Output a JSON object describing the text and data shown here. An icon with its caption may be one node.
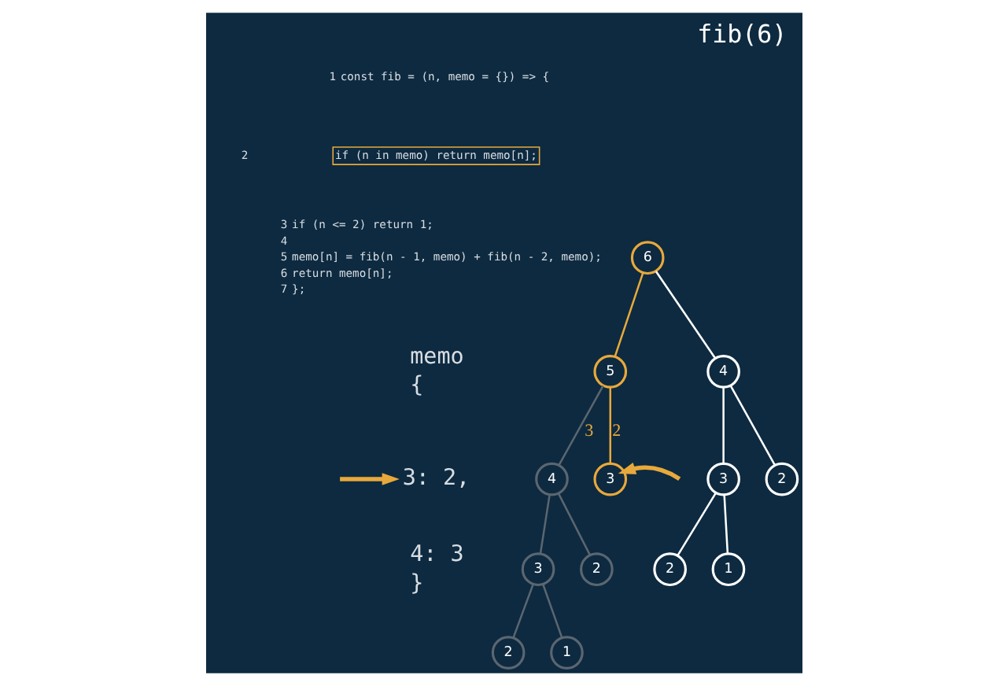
{
  "diagram": {
    "title": "fib(6)",
    "nodes": [
      {
        "text": [
          "if (n in memo) return memo[n];"
        ]
      },
      {
        "text": [
          "3: 2,"
        ]
      },
      {
        "text": [
          "6"
        ]
      },
      {
        "text": [
          "5"
        ]
      },
      {
        "text": [
          "4"
        ]
      },
      {
        "text": [
          "4"
        ]
      },
      {
        "text": [
          "3"
        ]
      },
      {
        "text": [
          "3"
        ]
      },
      {
        "text": [
          "2"
        ]
      },
      {
        "text": [
          "3"
        ]
      },
      {
        "text": [
          "2"
        ]
      },
      {
        "text": [
          "2"
        ]
      },
      {
        "text": [
          "1"
        ]
      },
      {
        "text": [
          "2"
        ]
      },
      {
        "text": [
          "1"
        ]
      }
    ],
    "edges": [
      {
        "from": 2,
        "to": 3,
        "arrow": "none",
        "color": "#e8a93c"
      },
      {
        "from": 2,
        "to": 4,
        "arrow": "none"
      },
      {
        "from": 3,
        "to": 5,
        "arrow": "none",
        "color": "#5b6670",
        "label": "3"
      },
      {
        "from": 3,
        "to": 6,
        "arrow": "none",
        "color": "#e8a93c",
        "label": "2"
      },
      {
        "from": 4,
        "to": 7,
        "arrow": "none"
      },
      {
        "from": 4,
        "to": 8,
        "arrow": "none"
      },
      {
        "from": 5,
        "to": 9,
        "arrow": "none",
        "color": "#5b6670"
      },
      {
        "from": 5,
        "to": 10,
        "arrow": "none",
        "color": "#5b6670"
      },
      {
        "from": 7,
        "to": 11,
        "arrow": "none"
      },
      {
        "from": 7,
        "to": 12,
        "arrow": "none"
      },
      {
        "from": 9,
        "to": 13,
        "arrow": "none",
        "color": "#5b6670"
      },
      {
        "from": 9,
        "to": 14,
        "arrow": "none",
        "color": "#5b6670"
      },
      {
        "from": null,
        "to": 6,
        "arrow": "to",
        "style": "thick",
        "color": "#e8a93c"
      },
      {
        "from": null,
        "to": 1,
        "arrow": "to",
        "style": "thick",
        "color": "#e8a93c"
      }
    ],
    "labels": [
      "1",
      "const fib = (n, memo = {}) => {",
      "2",
      "3",
      "if (n <= 2) return 1;",
      "4",
      "5",
      "memo[n] = fib(n - 1, memo) + fib(n - 2, memo);",
      "6",
      "return memo[n];",
      "7",
      "};",
      "memo",
      "{",
      "4: 3",
      "}"
    ]
  }
}
